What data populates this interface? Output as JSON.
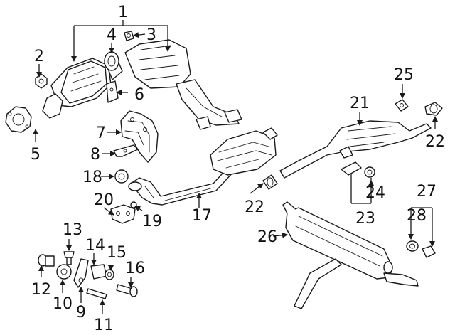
{
  "callouts": {
    "c1": "1",
    "c2": "2",
    "c3": "3",
    "c4": "4",
    "c5": "5",
    "c6": "6",
    "c7": "7",
    "c8": "8",
    "c9": "9",
    "c10": "10",
    "c11": "11",
    "c12": "12",
    "c13": "13",
    "c14": "14",
    "c15": "15",
    "c16": "16",
    "c17": "17",
    "c18": "18",
    "c19": "19",
    "c20": "20",
    "c21": "21",
    "c22a": "22",
    "c22b": "22",
    "c23": "23",
    "c24": "24",
    "c25": "25",
    "c26": "26",
    "c27": "27",
    "c28": "28"
  },
  "colors": {
    "line": "#1a1a1a",
    "background": "#ffffff"
  }
}
